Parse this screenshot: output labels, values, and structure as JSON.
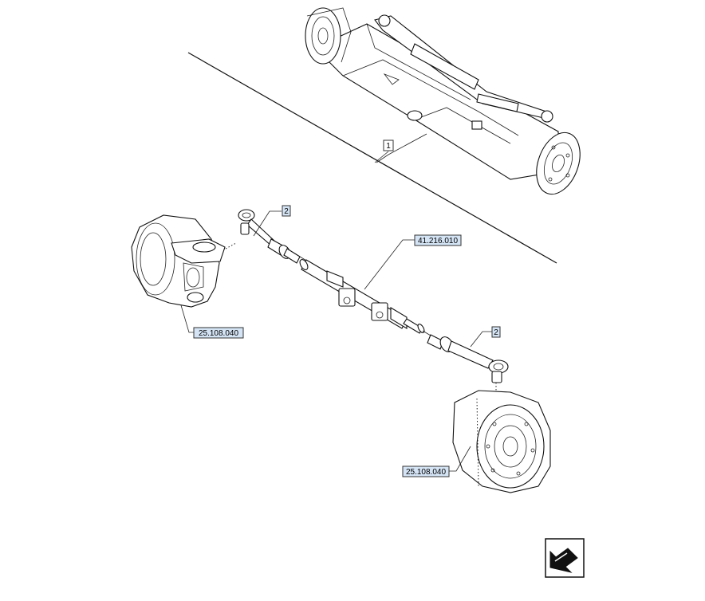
{
  "callouts": {
    "axle_assembly": "1",
    "tie_rod_end_upper": "2",
    "tie_rod_end_lower": "2",
    "steering_cylinder": "41.216.010",
    "hub_left": "25.108.040",
    "hub_right": "25.108.040"
  },
  "icons": {
    "nav_arrow": "next-page-arrow-icon"
  }
}
